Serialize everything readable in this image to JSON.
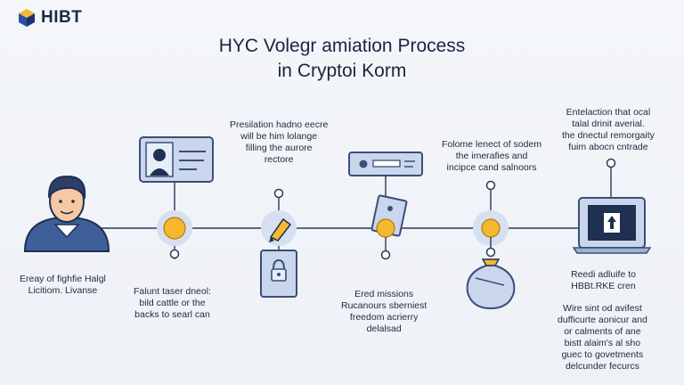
{
  "brand": {
    "name": "HIBT",
    "logo_icon": "hibt-logo-cube-icon"
  },
  "title": {
    "line1": "HYC Volegr amiation Process",
    "line2": "in Cryptoi Korm"
  },
  "colors": {
    "accent": "#f5b82e",
    "line": "#2b3a55",
    "icon_fill": "#c9d6ec",
    "icon_stroke": "#3a4f78"
  },
  "steps": [
    {
      "icon": "user-avatar-icon",
      "label_lines": [
        "Ereay of fighfie Halgl",
        "Licitiom. Livanse"
      ]
    },
    {
      "icon": "id-card-icon",
      "label_lines_above": [],
      "label_lines": [
        "Falunt taser dneol:",
        "bild cattle or the",
        "backs to searl can"
      ]
    },
    {
      "icon": "pen-icon",
      "label_lines_above": [
        "Presilation hadno eecre",
        "will be him lolange",
        "filling the aurore",
        "rectore"
      ],
      "sub_icon": "document-lock-icon"
    },
    {
      "icon": "document-icon",
      "label_lines_above": [],
      "label_lines": [
        "Ered missions",
        "Rucanours sberniest",
        "freedom acrierry",
        "delalsad"
      ],
      "top_icon": "card-scan-icon"
    },
    {
      "icon": "money-bag-icon",
      "label_lines_above": [
        "Folome lenect of sodem",
        "the imerafies and",
        "incipce cand salnoors"
      ]
    },
    {
      "icon": "laptop-upload-icon",
      "label_lines_above": [
        "Entelaction that ocal",
        "talal drinit averial.",
        "the dnectul remorgaity",
        "fuim abocn cntrade"
      ],
      "label_lines": [
        "Reedi adluife to",
        "HBBt.RKE cren"
      ],
      "label_lines_bottom": [
        "Wire sint od avifest",
        "dufficurte aonicur and",
        "or calments of ane",
        "bistt alaim's al sho",
        "guec to govetments",
        "delcunder fecurcs"
      ]
    }
  ]
}
